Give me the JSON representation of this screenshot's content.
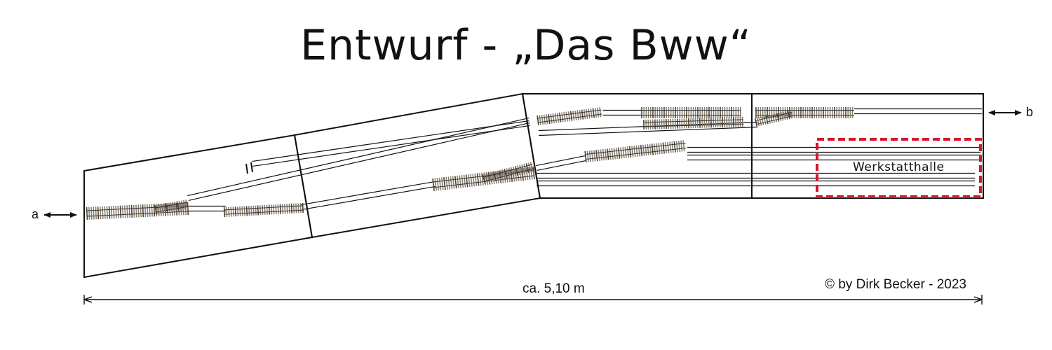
{
  "title": "Entwurf - „Das Bww“",
  "end_a": "a",
  "end_b": "b",
  "hall_label": "Werkstatthalle",
  "length_label": "ca. 5,10 m",
  "copyright": "© by Dirk Becker - 2023",
  "colors": {
    "line": "#111111",
    "sleeper": "#8c8070",
    "sleeper_dark": "#4a4036",
    "hall_border": "#d9142b",
    "background": "#ffffff"
  }
}
